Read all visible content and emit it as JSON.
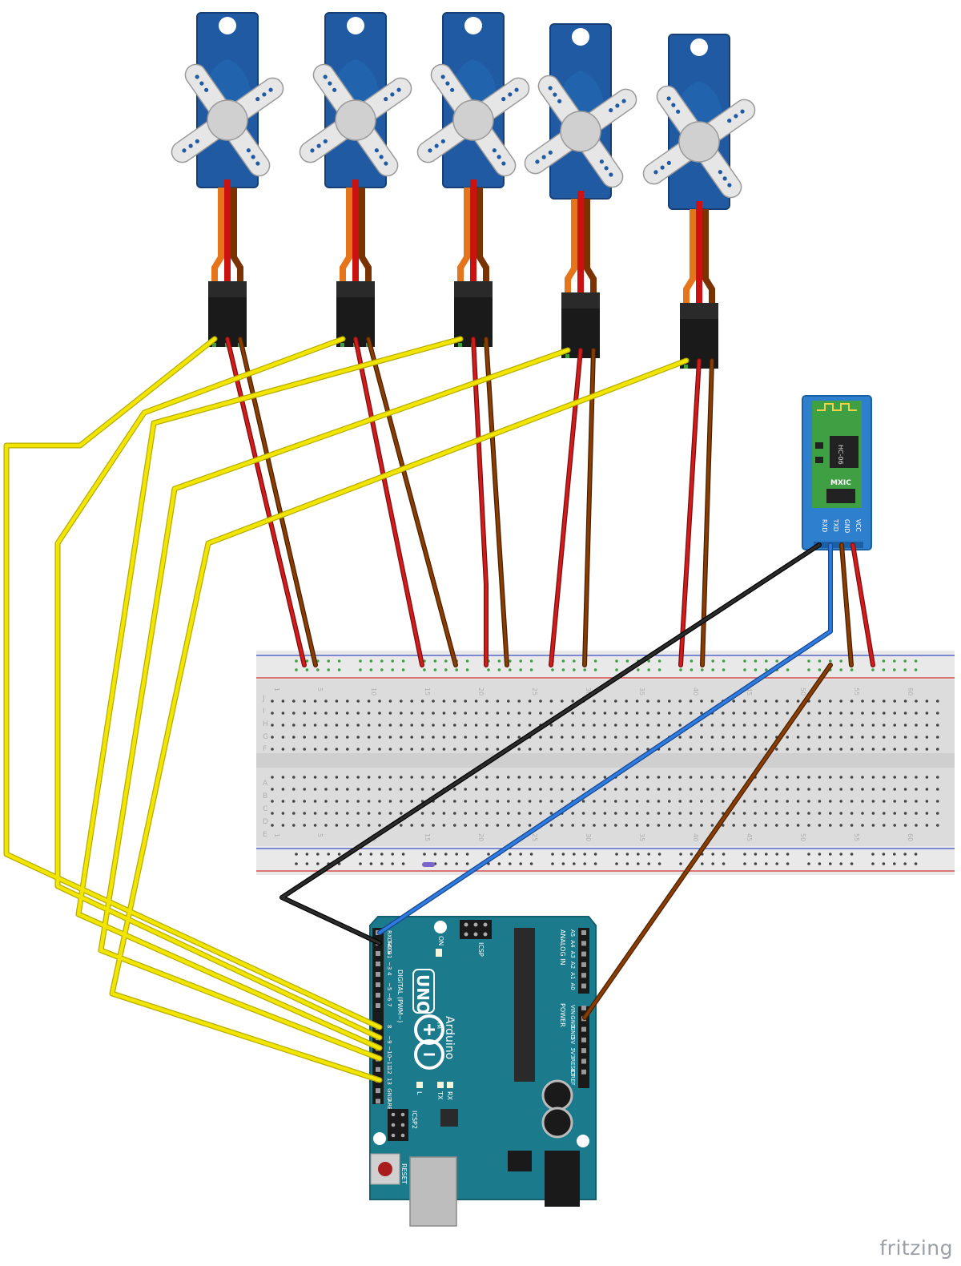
{
  "app": {
    "brand": "fritzing"
  },
  "servos": {
    "count": 5,
    "body_color": "#1f5aa3",
    "horn_color": "#e8e8e8"
  },
  "bluetooth": {
    "chip_label": "HC-06",
    "logo_label": "MXIC",
    "pins": [
      "RXD",
      "TXD",
      "GND",
      "VCC"
    ],
    "board_color": "#2f7fcf"
  },
  "breadboard": {
    "top_numbers": [
      "1",
      "5",
      "10",
      "15",
      "20",
      "25",
      "30",
      "35",
      "40",
      "45",
      "50",
      "55",
      "60"
    ],
    "bottom_numbers": [
      "1",
      "5",
      "10",
      "15",
      "20",
      "25",
      "30",
      "35",
      "40",
      "45",
      "50",
      "55",
      "60"
    ],
    "row_letters_top": [
      "F",
      "G",
      "H",
      "I",
      "J"
    ],
    "row_letters_bottom": [
      "A",
      "B",
      "C",
      "D",
      "E"
    ]
  },
  "arduino": {
    "model": "UNO",
    "brand": "Arduino",
    "trademark": "TM",
    "board_color": "#1b7a8c",
    "digital_label": "DIGITAL (PWM~)",
    "analog_label": "ANALOG IN",
    "power_label": "POWER",
    "on_label": "ON",
    "icsp_label": "ICSP",
    "icsp2_label": "ICSP2",
    "reset_label": "RESET",
    "led_labels": [
      "L",
      "TX",
      "RX"
    ],
    "digital_pins": [
      "RXD◂0",
      "TXD▸1",
      "2",
      "~3",
      "4",
      "~5",
      "~6",
      "7",
      "8",
      "~9",
      "~10",
      "~11",
      "12",
      "13",
      "GND",
      "AREF"
    ],
    "analog_pins": [
      "A5",
      "A4",
      "A3",
      "A2",
      "A1",
      "A0"
    ],
    "power_pins": [
      "VIN",
      "GND",
      "GND",
      "5V",
      "3V3",
      "RESET",
      "IOREF"
    ]
  },
  "wire_colors": {
    "signal": "#f2e600",
    "power": "#cc1111",
    "ground": "#7a3300",
    "servo_orange": "#e6741a",
    "bt_tx": "#2a6fd6",
    "bt_rx": "#111111"
  }
}
